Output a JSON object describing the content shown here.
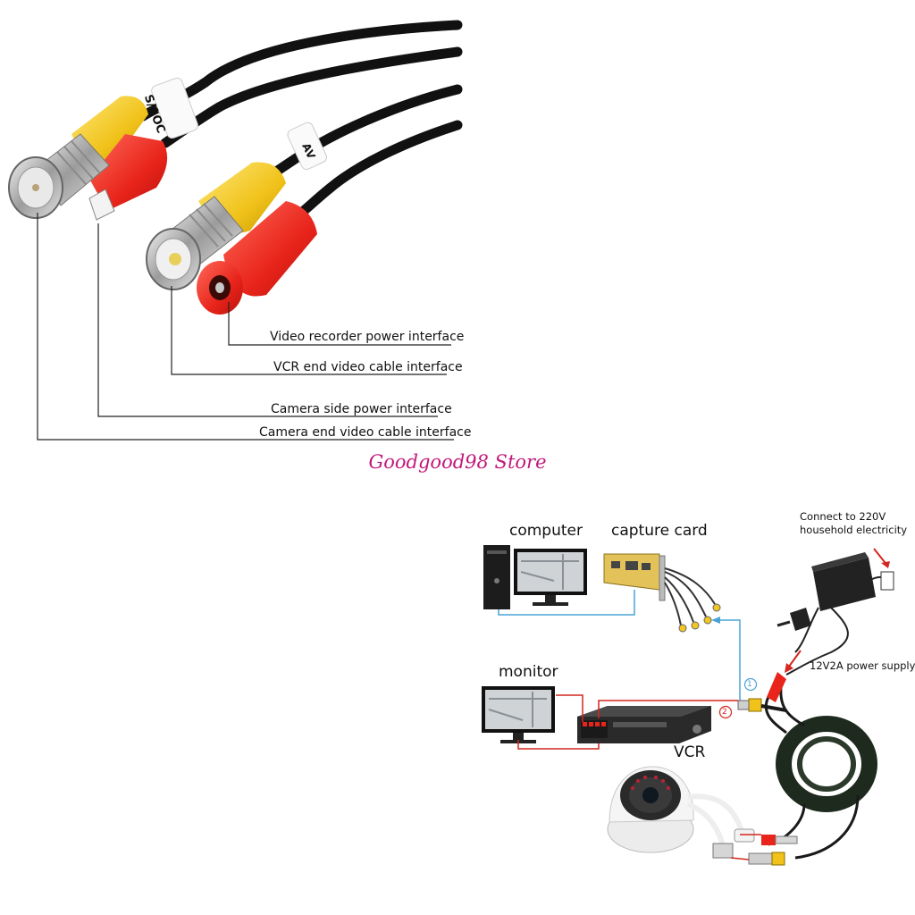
{
  "callouts": {
    "recorder_power": "Video recorder power interface",
    "vcr_video": "VCR end video cable interface",
    "camera_power": "Camera side power interface",
    "camera_video": "Camera end video cable interface"
  },
  "cable_print": {
    "left": "S/AOC",
    "right": "AV"
  },
  "watermark": "Goodgood98 Store",
  "diagram": {
    "computer": "computer",
    "capture_card": "capture card",
    "power_note_line1": "Connect to 220V",
    "power_note_line2": "household electricity",
    "power_supply": "12V2A power supply",
    "monitor": "monitor",
    "vcr": "VCR",
    "marker_1": "1",
    "marker_2": "2"
  }
}
